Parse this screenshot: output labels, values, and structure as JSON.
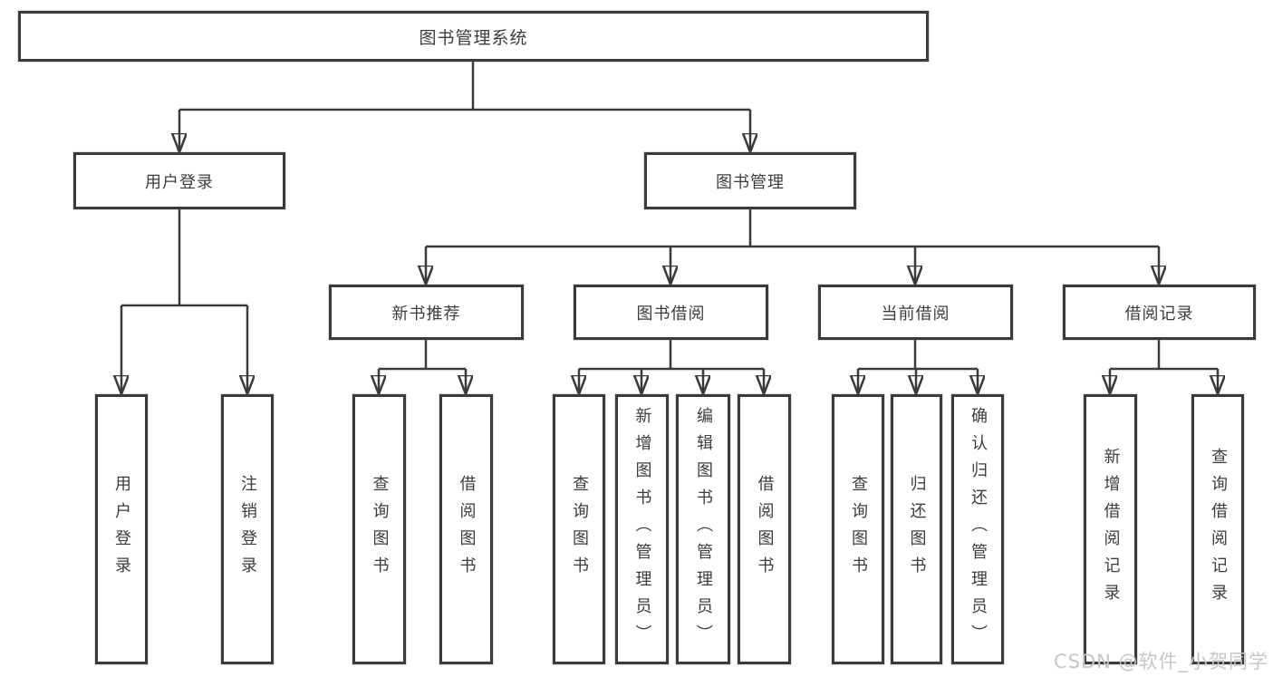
{
  "tree": {
    "root": {
      "label": "图书管理系统"
    },
    "branches": [
      {
        "label": "用户登录",
        "children": [
          {
            "label": "用户登录"
          },
          {
            "label": "注销登录"
          }
        ]
      },
      {
        "label": "图书管理",
        "children": [
          {
            "label": "新书推荐",
            "children": [
              {
                "label": "查询图书"
              },
              {
                "label": "借阅图书"
              }
            ]
          },
          {
            "label": "图书借阅",
            "children": [
              {
                "label": "查询图书"
              },
              {
                "label": "新增图书（管理员）"
              },
              {
                "label": "编辑图书（管理员）"
              },
              {
                "label": "借阅图书"
              }
            ]
          },
          {
            "label": "当前借阅",
            "children": [
              {
                "label": "查询图书"
              },
              {
                "label": "归还图书"
              },
              {
                "label": "确认归还（管理员）"
              }
            ]
          },
          {
            "label": "借阅记录",
            "children": [
              {
                "label": "新增借阅记录"
              },
              {
                "label": "查询借阅记录"
              }
            ]
          }
        ]
      }
    ]
  },
  "watermark": {
    "text": "CSDN @软件_小贺同学"
  },
  "colors": {
    "line": "#3a3a3a",
    "box_border": "#3a3a3a",
    "box_background": "#ffffff",
    "text": "#3c3c3c",
    "watermark": "#c6c6c6",
    "background": "#ffffff"
  }
}
